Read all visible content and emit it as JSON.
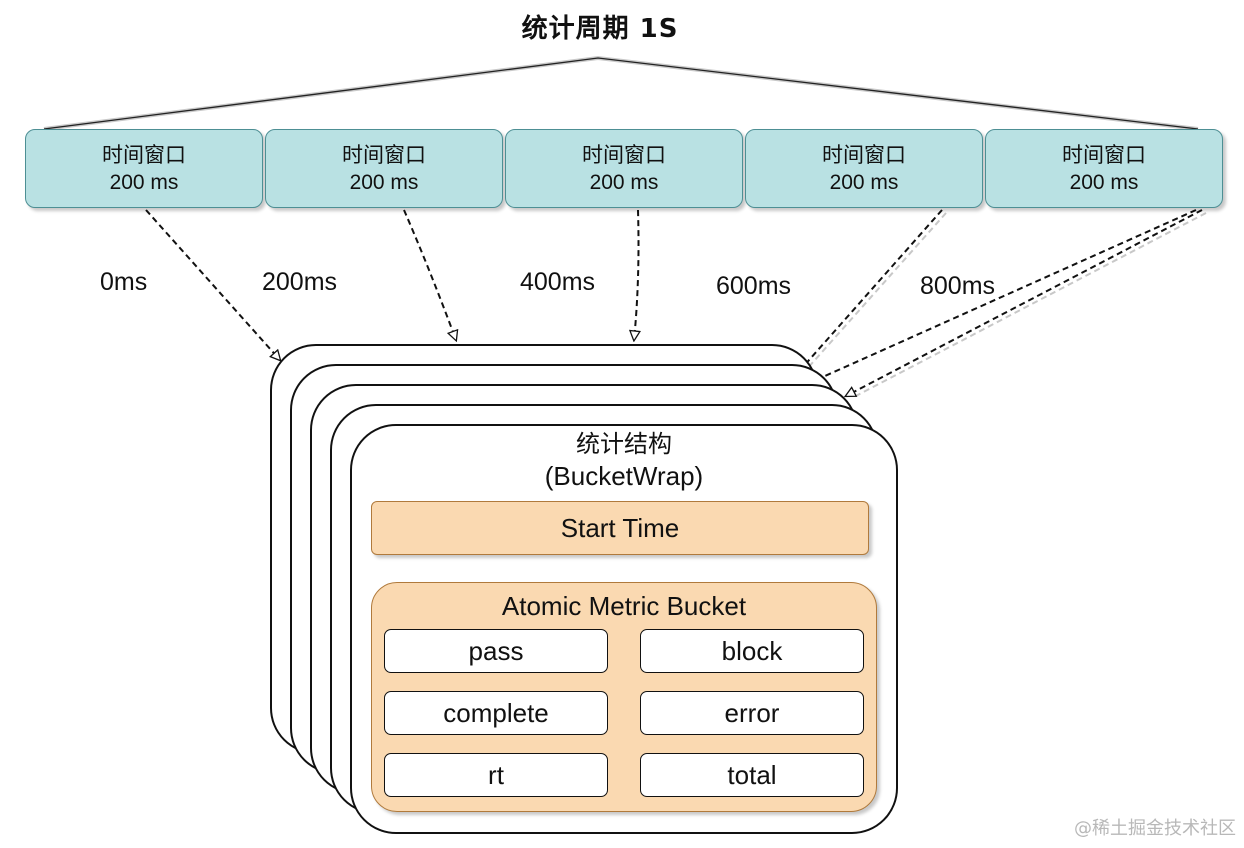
{
  "title": "统计周期 1S",
  "windows": [
    {
      "name": "时间窗口",
      "duration": "200 ms"
    },
    {
      "name": "时间窗口",
      "duration": "200 ms"
    },
    {
      "name": "时间窗口",
      "duration": "200 ms"
    },
    {
      "name": "时间窗口",
      "duration": "200 ms"
    },
    {
      "name": "时间窗口",
      "duration": "200 ms"
    }
  ],
  "time_labels": [
    "0ms",
    "200ms",
    "400ms",
    "600ms",
    "800ms"
  ],
  "structure": {
    "title": "统计结构",
    "subtitle": "(BucketWrap)",
    "start_time": "Start Time",
    "bucket": {
      "title": "Atomic Metric Bucket",
      "metrics": [
        "pass",
        "block",
        "complete",
        "error",
        "rt",
        "total"
      ]
    }
  },
  "watermark": "@稀土掘金技术社区",
  "colors": {
    "window_fill": "#b9e1e3",
    "window_stroke": "#4d8f94",
    "orange_fill": "#fad9b1",
    "orange_stroke": "#b07a3c"
  }
}
